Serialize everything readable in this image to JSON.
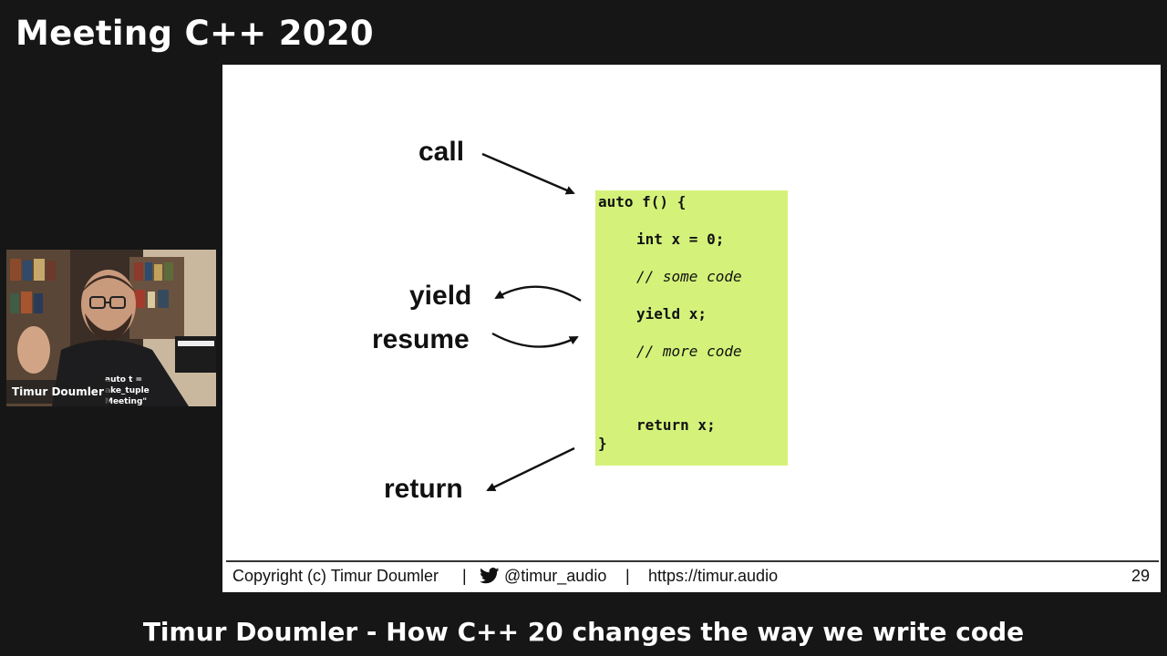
{
  "header": {
    "event_title": "Meeting C++ 2020"
  },
  "slide": {
    "labels": {
      "call": "call",
      "yield": "yield",
      "resume": "resume",
      "return": "return"
    },
    "code": [
      "auto f() {",
      "int x = 0;",
      "// some code",
      "yield x;",
      "// more code",
      "return x;",
      "}"
    ],
    "code_background": "#d4f27a",
    "footer": {
      "copyright": "Copyright (c) Timur Doumler",
      "separator_1": "|",
      "twitter_handle": "@timur_audio",
      "separator_2": "|",
      "website": "https://timur.audio",
      "page_number": "29"
    }
  },
  "webcam": {
    "presenter_name": "Timur Doumler",
    "shirt_text": [
      "auto t =",
      "ake_tuple",
      "Meeting\""
    ]
  },
  "talk": {
    "title": "Timur Doumler - How C++ 20 changes the way we write code"
  },
  "colors": {
    "background": "#161616",
    "slide_background": "#ffffff",
    "twitter_icon": "#111111"
  },
  "icons": {
    "twitter": "twitter-bird-icon"
  }
}
